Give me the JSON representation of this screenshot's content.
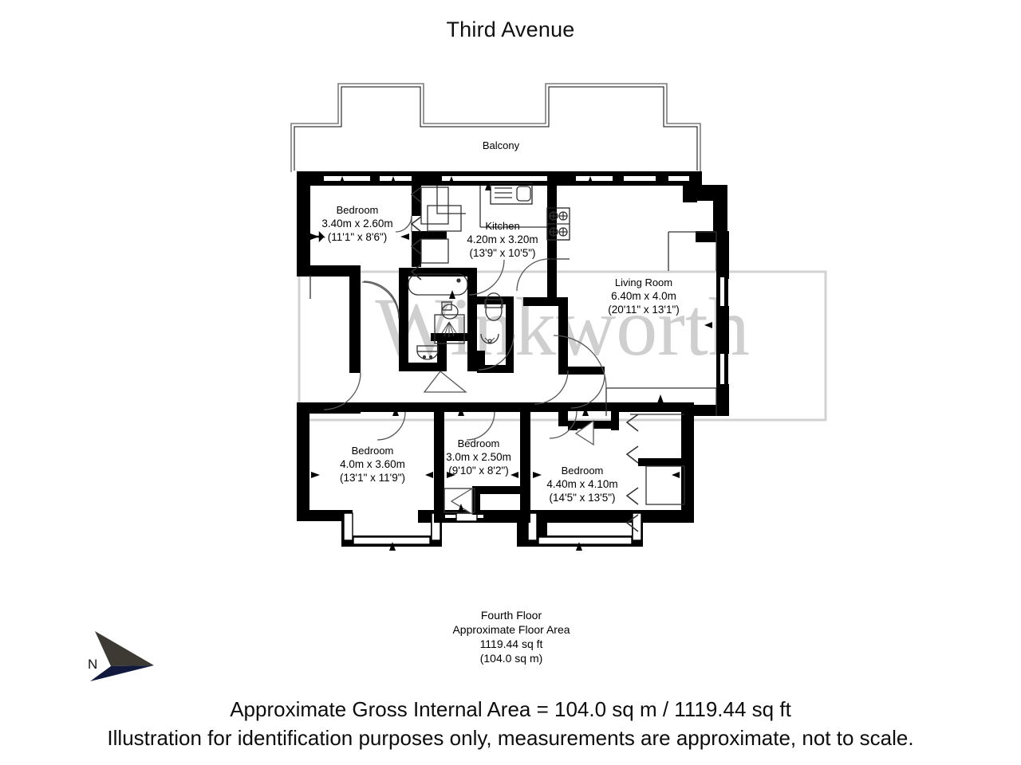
{
  "title": "Third Avenue",
  "watermark": "Winkworth",
  "compass": {
    "label": "N",
    "icon": "compass-north-arrow"
  },
  "rooms": [
    {
      "id": "balcony",
      "name": "Balcony",
      "dim_metric": "",
      "dim_imperial": ""
    },
    {
      "id": "bedroom-top-left",
      "name": "Bedroom",
      "dim_metric": "3.40m x 2.60m",
      "dim_imperial": "(11'1\" x 8'6\")"
    },
    {
      "id": "kitchen",
      "name": "Kitchen",
      "dim_metric": "4.20m x 3.20m",
      "dim_imperial": "(13'9\" x 10'5\")"
    },
    {
      "id": "living-room",
      "name": "Living Room",
      "dim_metric": "6.40m x 4.0m",
      "dim_imperial": "(20'11\" x 13'1\")"
    },
    {
      "id": "bedroom-bottom-left",
      "name": "Bedroom",
      "dim_metric": "4.0m x 3.60m",
      "dim_imperial": "(13'1\" x 11'9\")"
    },
    {
      "id": "bedroom-bottom-middle",
      "name": "Bedroom",
      "dim_metric": "3.0m x 2.50m",
      "dim_imperial": "(9'10\" x 8'2\")"
    },
    {
      "id": "bedroom-bottom-right",
      "name": "Bedroom",
      "dim_metric": "4.40m x 4.10m",
      "dim_imperial": "(14'5\" x 13'5\")"
    }
  ],
  "floor_summary": {
    "line1": "Fourth Floor",
    "line2": "Approximate Floor Area",
    "line3": "1119.44 sq ft",
    "line4": "(104.0 sq m)"
  },
  "footer": {
    "line1": "Approximate Gross Internal Area = 104.0 sq m / 1119.44 sq ft",
    "line2": "Illustration for identification purposes only, measurements are approximate, not to scale."
  },
  "colors": {
    "wall": "#000000",
    "thin_line": "#1a1a1a",
    "watermark": "#cfcfcf",
    "compass_top": "#3c3a33",
    "compass_bottom": "#111a3d",
    "background": "#ffffff"
  }
}
